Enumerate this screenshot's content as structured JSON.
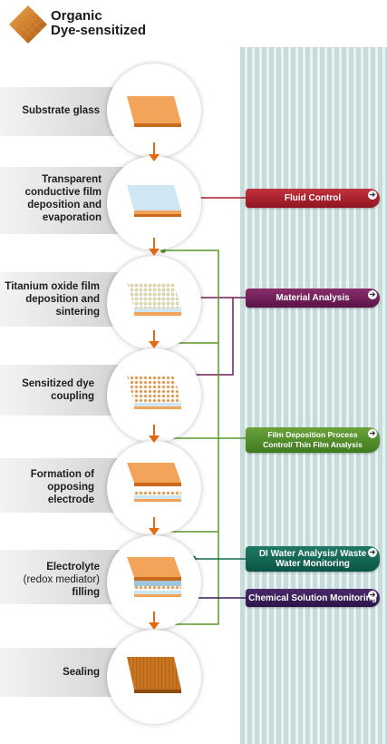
{
  "header": {
    "title_line1": "Organic",
    "title_line2": "Dye-sensitized"
  },
  "steps": [
    {
      "label": "Substrate glass",
      "sub": ""
    },
    {
      "label": "Transparent conductive film deposition and evaporation",
      "sub": ""
    },
    {
      "label": "Titanium oxide film deposition and sintering",
      "sub": ""
    },
    {
      "label": "Sensitized dye coupling",
      "sub": ""
    },
    {
      "label": "Formation of opposing electrode",
      "sub": ""
    },
    {
      "label": "Electrolyte",
      "sub": "(redox mediator)",
      "label2": "filling"
    },
    {
      "label": "Sealing",
      "sub": ""
    }
  ],
  "buttons": [
    {
      "label": "Fluid Control",
      "color": "#a31f2b"
    },
    {
      "label": "Material Analysis",
      "color": "#6e1d57"
    },
    {
      "label": "Film Deposition Process Control/ Thin Film Analysis",
      "color": "#55902f"
    },
    {
      "label": "DI Water Analysis/ Waste Water Monitoring",
      "color": "#146a57"
    },
    {
      "label": "Chemical Solution Monitoring",
      "color": "#3a1f58"
    }
  ],
  "colors": {
    "arrow": "#e36a12",
    "green_line": "#5a9a2f",
    "purple_line": "#6e1d57",
    "red_line": "#b0202c",
    "teal_line": "#146a57",
    "stripe": "#c6dcda"
  }
}
